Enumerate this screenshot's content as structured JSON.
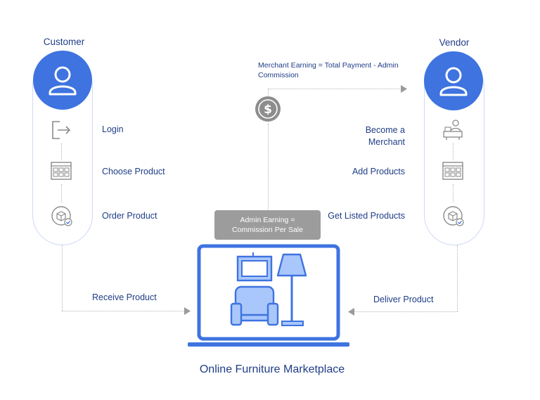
{
  "customer": {
    "title": "Customer",
    "steps": [
      "Login",
      "Choose Product",
      "Order Product"
    ],
    "receive_label": "Receive Product"
  },
  "vendor": {
    "title": "Vendor",
    "steps": [
      "Become a Merchant",
      "Add Products",
      "Get Listed Products"
    ],
    "steps_lines": [
      [
        "Become a",
        "Merchant"
      ],
      [
        "Add Products"
      ],
      [
        "Get Listed Products"
      ]
    ],
    "deliver_label": "Deliver Product"
  },
  "merchant_earning": {
    "line1": "Merchant Earning = Total Payment - Admin",
    "line2": "Commission"
  },
  "admin_earning": {
    "line1": "Admin Earning =",
    "line2": "Commission Per Sale"
  },
  "main_title": "Online Furniture Marketplace",
  "colors": {
    "primary": "#3e73e0",
    "text": "#1f3d86",
    "admin_box": "#9c9c9c",
    "pill_border": "#cdd9f5",
    "connector": "#b5b5b5"
  },
  "icons": {
    "avatar": "user-icon",
    "login": "login-icon",
    "choose": "product-grid-icon",
    "order": "order-box-icon",
    "merchant": "merchant-icon",
    "dollar": "dollar-coin-icon",
    "laptop": "laptop-furniture-icon"
  }
}
